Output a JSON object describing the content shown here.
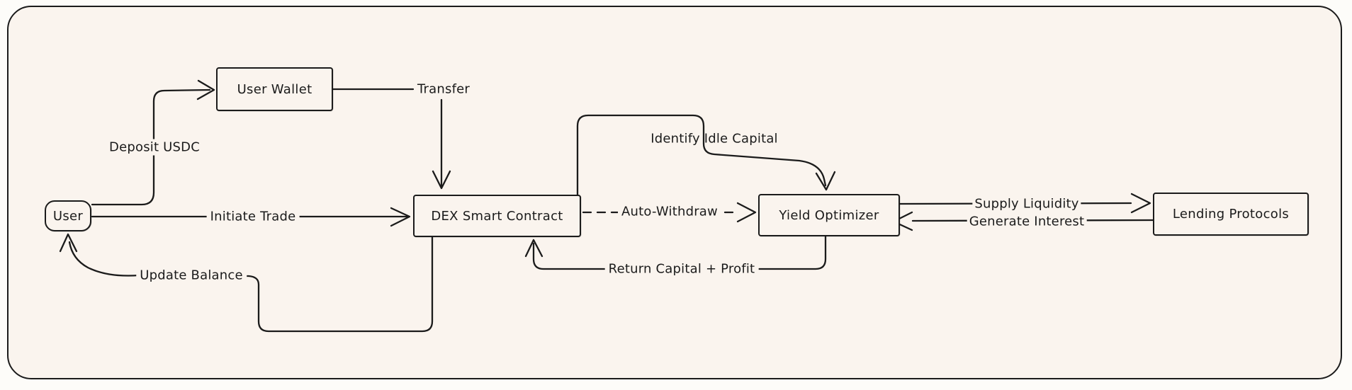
{
  "colors": {
    "page_bg": "#fdfcf9",
    "canvas_bg": "#faf4ee",
    "ink": "#1b1b1b"
  },
  "nodes": [
    {
      "id": "user",
      "label": "User",
      "shape": "rounded"
    },
    {
      "id": "user_wallet",
      "label": "User Wallet",
      "shape": "rect"
    },
    {
      "id": "dex_smart_contract",
      "label": "DEX Smart Contract",
      "shape": "rect"
    },
    {
      "id": "yield_optimizer",
      "label": "Yield Optimizer",
      "shape": "rect"
    },
    {
      "id": "lending_protocols",
      "label": "Lending Protocols",
      "shape": "rect"
    }
  ],
  "edges": [
    {
      "from": "user",
      "to": "user_wallet",
      "label": "Deposit USDC",
      "style": "solid"
    },
    {
      "from": "user_wallet",
      "to": "dex_smart_contract",
      "label": "Transfer",
      "style": "solid"
    },
    {
      "from": "user",
      "to": "dex_smart_contract",
      "label": "Initiate Trade",
      "style": "solid"
    },
    {
      "from": "dex_smart_contract",
      "to": "yield_optimizer",
      "label": "Auto-Withdraw",
      "style": "dashed"
    },
    {
      "from": "dex_smart_contract",
      "to": "yield_optimizer",
      "label": "Identify Idle Capital",
      "style": "solid"
    },
    {
      "from": "yield_optimizer",
      "to": "dex_smart_contract",
      "label": "Return Capital + Profit",
      "style": "solid"
    },
    {
      "from": "yield_optimizer",
      "to": "lending_protocols",
      "label": "Supply Liquidity",
      "style": "solid"
    },
    {
      "from": "lending_protocols",
      "to": "yield_optimizer",
      "label": "Generate Interest",
      "style": "solid"
    },
    {
      "from": "dex_smart_contract",
      "to": "user",
      "label": "Update Balance",
      "style": "solid"
    }
  ]
}
